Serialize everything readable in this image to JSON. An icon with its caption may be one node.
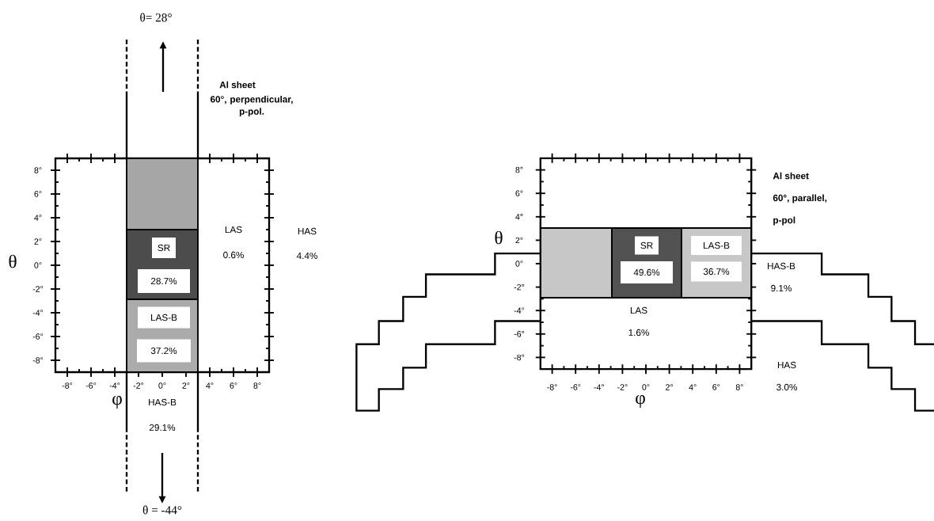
{
  "diagram": {
    "nodes": [
      {
        "text": [],
        "shape": "box"
      },
      {
        "text": [],
        "shape": "box"
      },
      {
        "text": [
          "SR"
        ],
        "in": 1
      },
      {
        "text": [
          "28.7%"
        ],
        "in": 1
      },
      {
        "text": [],
        "shape": "box"
      },
      {
        "text": [
          "LAS-B"
        ],
        "in": 4
      },
      {
        "text": [
          "37.2%"
        ],
        "in": 4
      },
      {
        "text": [],
        "shape": "box"
      },
      {
        "text": [],
        "shape": "box"
      },
      {
        "text": [
          "SR"
        ],
        "in": 8
      },
      {
        "text": [
          "49.6%"
        ],
        "in": 8
      },
      {
        "text": [],
        "shape": "box"
      },
      {
        "text": [
          "LAS-B"
        ],
        "in": 11
      },
      {
        "text": [
          "36.7%"
        ],
        "in": 11
      }
    ],
    "labels": [
      "θ= 28°",
      "Al sheet",
      "60°, perpendicular, p-pol.",
      "8°",
      "6°",
      "4°",
      "2°",
      "0°",
      "-2°",
      "-4°",
      "-6°",
      "-8°",
      "θ",
      "LAS",
      "0.6%",
      "HAS",
      "4.4%",
      "-8°",
      "-6°",
      "-4°",
      "-2°",
      "0°",
      "2°",
      "4°",
      "6°",
      "8°",
      "φ",
      "HAS-B",
      "29.1%",
      "θ = -44°",
      "Al sheet",
      "60°,  parallel,",
      "p-pol",
      "8°",
      "6°",
      "4°",
      "2°",
      "0°",
      "-2°",
      "-4°",
      "-6°",
      "-8°",
      "θ",
      "HAS-B",
      "9.1%",
      "LAS",
      "1.6%",
      "HAS",
      "-8°",
      "-6°",
      "-4°",
      "-2°",
      "0°",
      "2°",
      "4°",
      "6°",
      "8°",
      "3.0%",
      "φ"
    ]
  }
}
